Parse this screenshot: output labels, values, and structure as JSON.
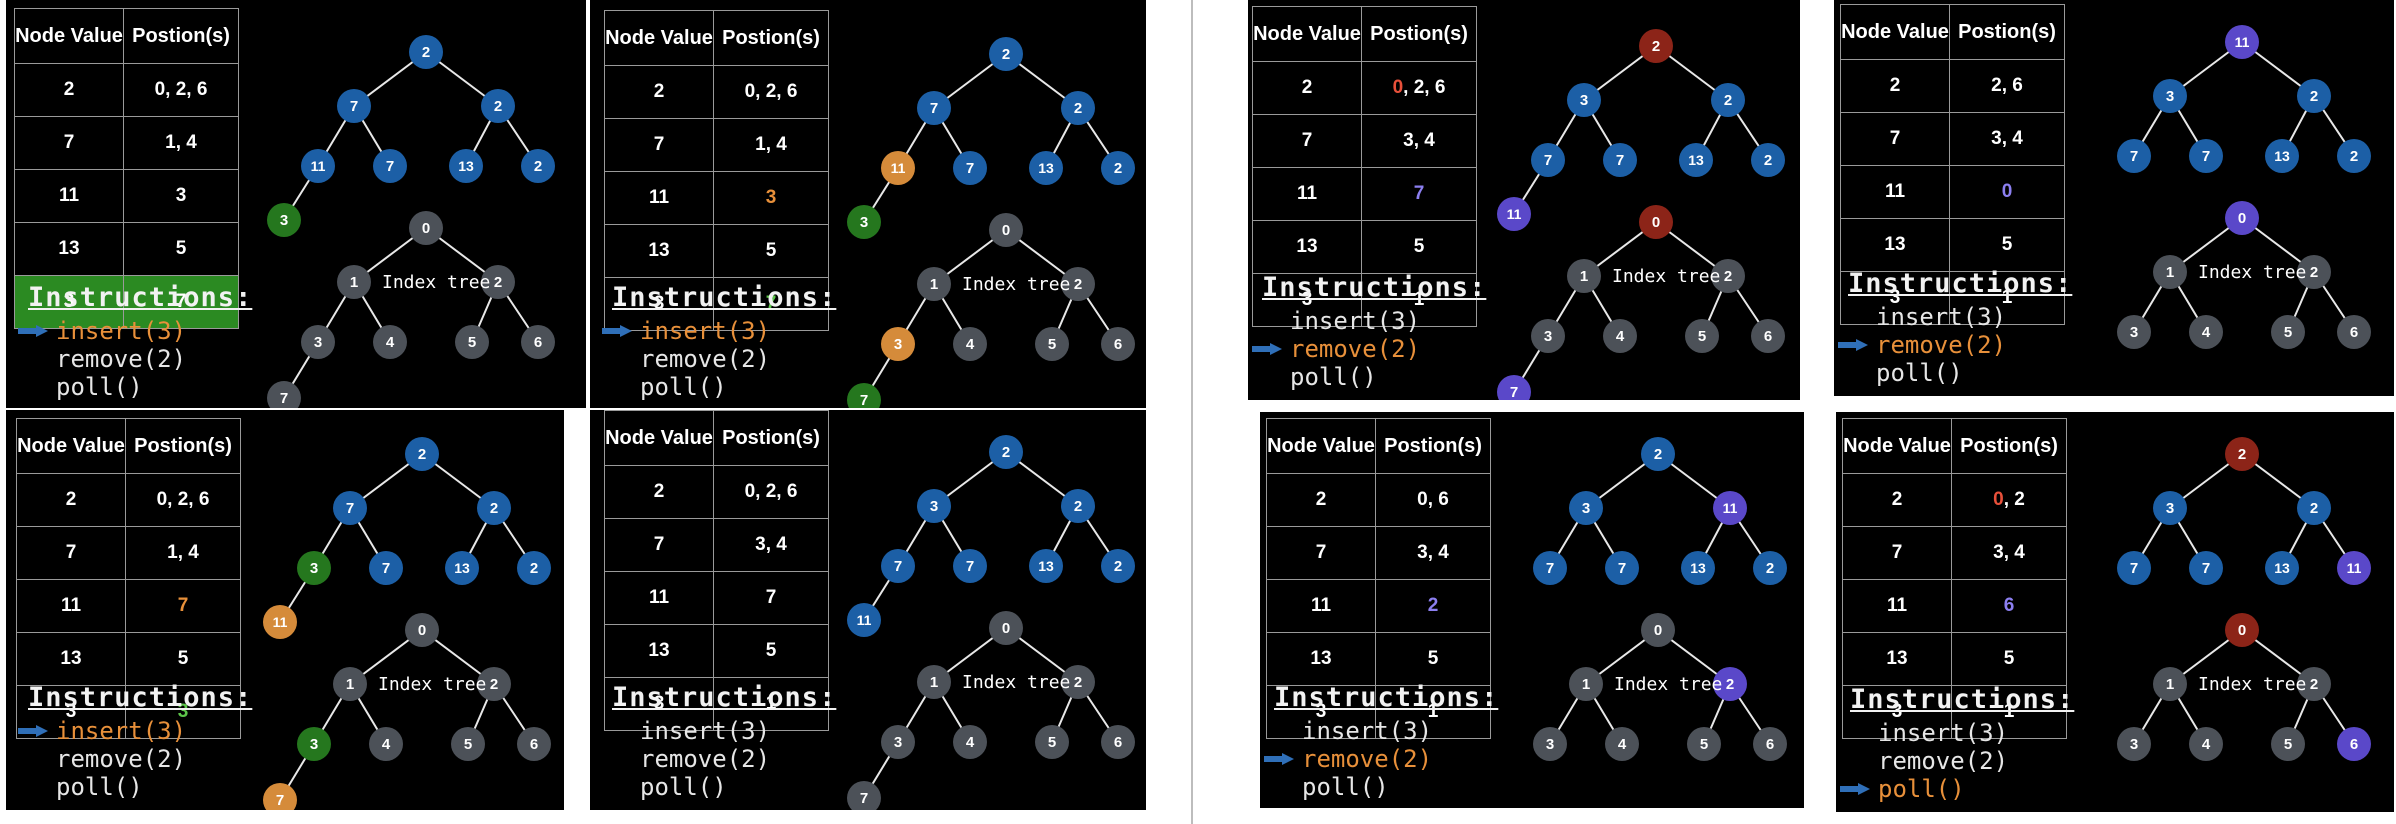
{
  "headers": {
    "node_value": "Node Value",
    "positions": "Postion(s)"
  },
  "instructions_title": "Instructions:",
  "index_tree_label": "Index tree",
  "instruction_list": [
    "insert(3)",
    "remove(2)",
    "poll()"
  ],
  "colors": {
    "blue": "#1c5fa6",
    "gray": "#4c5158",
    "green": "#25771e",
    "orange": "#d58b3a",
    "red": "#8c2418",
    "purple": "#5a48c9",
    "orange_text": "#e8903a",
    "green_text": "#5cc44a",
    "purple_text": "#8c7ff0",
    "red_text": "#e8503a"
  },
  "panels": [
    {
      "rows": [
        [
          "2",
          "0, 2, 6"
        ],
        [
          "7",
          "1, 4"
        ],
        [
          "11",
          "3"
        ],
        [
          "13",
          "5"
        ],
        [
          "3",
          "7"
        ]
      ],
      "highlight_row": 4,
      "active_instruction": 0,
      "heap": [
        "2",
        "7",
        "2",
        "11",
        "7",
        "13",
        "2",
        "3"
      ],
      "heap_colors": [
        "blue",
        "blue",
        "blue",
        "blue",
        "blue",
        "blue",
        "blue",
        "green"
      ],
      "index": [
        "0",
        "1",
        "2",
        "3",
        "4",
        "5",
        "6",
        "7"
      ],
      "index_colors": [
        "gray",
        "gray",
        "gray",
        "gray",
        "gray",
        "gray",
        "gray",
        "gray"
      ]
    },
    {
      "rows": [
        [
          "2",
          "0, 2, 6"
        ],
        [
          "7",
          "1, 4"
        ],
        [
          "11",
          "3"
        ],
        [
          "13",
          "5"
        ],
        [
          "3",
          "7"
        ]
      ],
      "cell_colors": {
        "2_1": "orange_text",
        "4_1": "green_text"
      },
      "active_instruction": 0,
      "heap": [
        "2",
        "7",
        "2",
        "11",
        "7",
        "13",
        "2",
        "3"
      ],
      "heap_colors": [
        "blue",
        "blue",
        "blue",
        "orange",
        "blue",
        "blue",
        "blue",
        "green"
      ],
      "index": [
        "0",
        "1",
        "2",
        "3",
        "4",
        "5",
        "6",
        "7"
      ],
      "index_colors": [
        "gray",
        "gray",
        "gray",
        "orange",
        "gray",
        "gray",
        "gray",
        "green"
      ]
    },
    {
      "rows": [
        [
          "2",
          "0, 2, 6"
        ],
        [
          "7",
          "1, 4"
        ],
        [
          "11",
          "7"
        ],
        [
          "13",
          "5"
        ],
        [
          "3",
          "3"
        ]
      ],
      "cell_colors": {
        "2_1": "orange_text",
        "4_1": "green_text"
      },
      "active_instruction": 0,
      "heap": [
        "2",
        "7",
        "2",
        "3",
        "7",
        "13",
        "2",
        "11"
      ],
      "heap_colors": [
        "blue",
        "blue",
        "blue",
        "green",
        "blue",
        "blue",
        "blue",
        "orange"
      ],
      "index": [
        "0",
        "1",
        "2",
        "3",
        "4",
        "5",
        "6",
        "7"
      ],
      "index_colors": [
        "gray",
        "gray",
        "gray",
        "green",
        "gray",
        "gray",
        "gray",
        "orange"
      ]
    },
    {
      "rows": [
        [
          "2",
          "0, 2, 6"
        ],
        [
          "7",
          "3, 4"
        ],
        [
          "11",
          "7"
        ],
        [
          "13",
          "5"
        ],
        [
          "3",
          "1"
        ]
      ],
      "active_instruction": -1,
      "heap": [
        "2",
        "3",
        "2",
        "7",
        "7",
        "13",
        "2",
        "11"
      ],
      "heap_colors": [
        "blue",
        "blue",
        "blue",
        "blue",
        "blue",
        "blue",
        "blue",
        "blue"
      ],
      "index": [
        "0",
        "1",
        "2",
        "3",
        "4",
        "5",
        "6",
        "7"
      ],
      "index_colors": [
        "gray",
        "gray",
        "gray",
        "gray",
        "gray",
        "gray",
        "gray",
        "gray"
      ]
    },
    {
      "rows": [
        [
          "2",
          "0, 2, 6"
        ],
        [
          "7",
          "3, 4"
        ],
        [
          "11",
          "7"
        ],
        [
          "13",
          "5"
        ],
        [
          "3",
          "1"
        ]
      ],
      "first_red": 0,
      "cell_colors": {
        "2_1": "purple_text"
      },
      "active_instruction": 1,
      "heap": [
        "2",
        "3",
        "2",
        "7",
        "7",
        "13",
        "2",
        "11"
      ],
      "heap_colors": [
        "red",
        "blue",
        "blue",
        "blue",
        "blue",
        "blue",
        "blue",
        "purple"
      ],
      "index": [
        "0",
        "1",
        "2",
        "3",
        "4",
        "5",
        "6",
        "7"
      ],
      "index_colors": [
        "red",
        "gray",
        "gray",
        "gray",
        "gray",
        "gray",
        "gray",
        "purple"
      ]
    },
    {
      "rows": [
        [
          "2",
          "2, 6"
        ],
        [
          "7",
          "3, 4"
        ],
        [
          "11",
          "0"
        ],
        [
          "13",
          "5"
        ],
        [
          "3",
          "1"
        ]
      ],
      "cell_colors": {
        "2_1": "purple_text"
      },
      "active_instruction": 1,
      "heap": [
        "11",
        "3",
        "2",
        "7",
        "7",
        "13",
        "2"
      ],
      "heap_colors": [
        "purple",
        "blue",
        "blue",
        "blue",
        "blue",
        "blue",
        "blue"
      ],
      "index": [
        "0",
        "1",
        "2",
        "3",
        "4",
        "5",
        "6"
      ],
      "index_colors": [
        "purple",
        "gray",
        "gray",
        "gray",
        "gray",
        "gray",
        "gray"
      ]
    },
    {
      "rows": [
        [
          "2",
          "0, 6"
        ],
        [
          "7",
          "3, 4"
        ],
        [
          "11",
          "2"
        ],
        [
          "13",
          "5"
        ],
        [
          "3",
          "1"
        ]
      ],
      "cell_colors": {
        "2_1": "purple_text"
      },
      "active_instruction": 1,
      "heap": [
        "2",
        "3",
        "11",
        "7",
        "7",
        "13",
        "2"
      ],
      "heap_colors": [
        "blue",
        "blue",
        "purple",
        "blue",
        "blue",
        "blue",
        "blue"
      ],
      "index": [
        "0",
        "1",
        "2",
        "3",
        "4",
        "5",
        "6"
      ],
      "index_colors": [
        "gray",
        "gray",
        "purple",
        "gray",
        "gray",
        "gray",
        "gray"
      ]
    },
    {
      "rows": [
        [
          "2",
          "0, 2"
        ],
        [
          "7",
          "3, 4"
        ],
        [
          "11",
          "6"
        ],
        [
          "13",
          "5"
        ],
        [
          "3",
          "1"
        ]
      ],
      "first_red": 0,
      "cell_colors": {
        "2_1": "purple_text"
      },
      "active_instruction": 2,
      "heap": [
        "2",
        "3",
        "2",
        "7",
        "7",
        "13",
        "11"
      ],
      "heap_colors": [
        "red",
        "blue",
        "blue",
        "blue",
        "blue",
        "blue",
        "purple"
      ],
      "index": [
        "0",
        "1",
        "2",
        "3",
        "4",
        "5",
        "6"
      ],
      "index_colors": [
        "red",
        "gray",
        "gray",
        "gray",
        "gray",
        "gray",
        "purple"
      ]
    }
  ]
}
